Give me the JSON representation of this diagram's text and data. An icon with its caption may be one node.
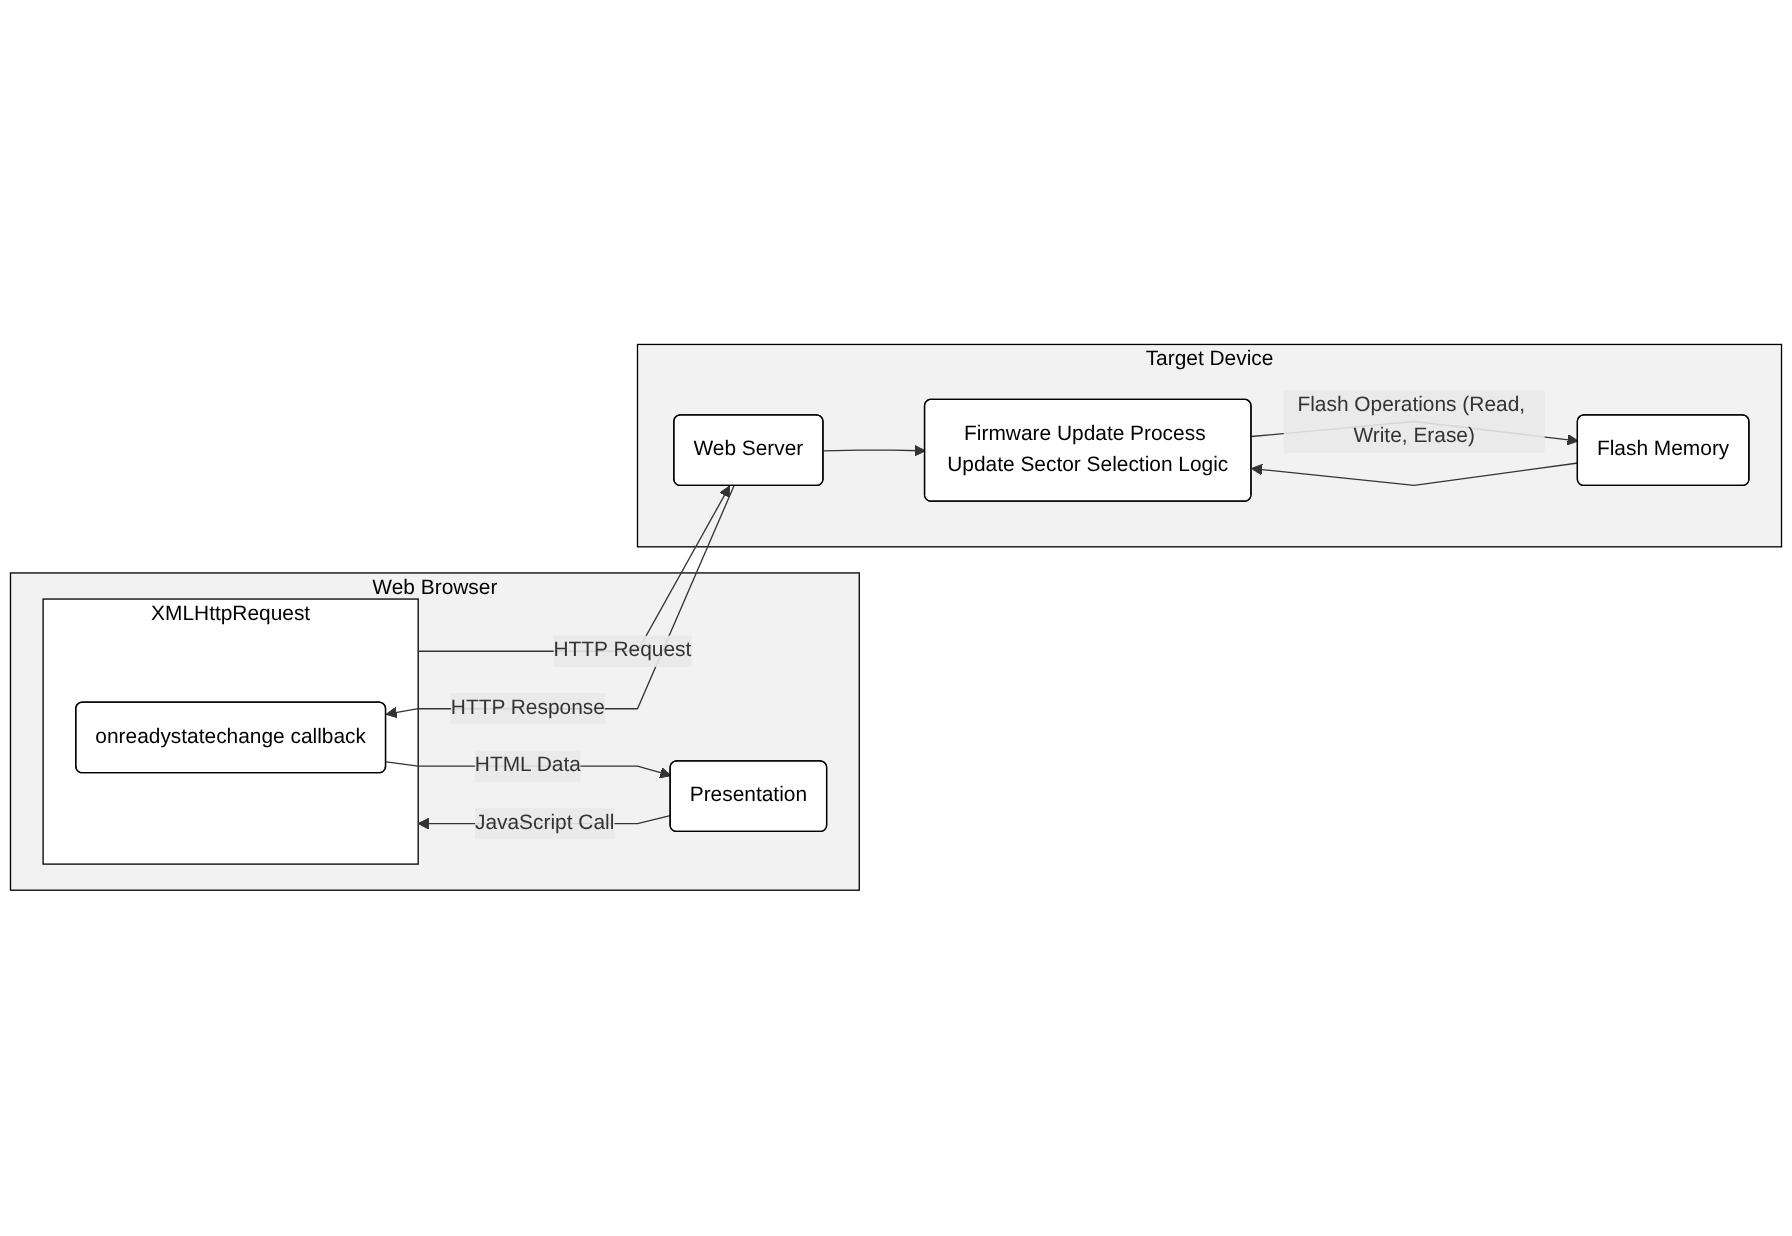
{
  "diagram": {
    "nodes": [
      {
        "text": [
          "Web Browser"
        ]
      },
      {
        "text": [
          "XMLHttpRequest"
        ],
        "in": 0
      },
      {
        "text": [
          "onreadystatechange callback"
        ],
        "in": 1
      },
      {
        "text": [
          "Presentation"
        ],
        "in": 0
      },
      {
        "text": [
          "Target Device"
        ]
      },
      {
        "text": [
          "Web Server"
        ],
        "in": 4
      },
      {
        "text": [
          "Firmware Update Process Update Sector Selection Logic"
        ],
        "in": 4
      },
      {
        "text": [
          "Flash Memory"
        ],
        "in": 4
      }
    ],
    "edges": [
      {
        "from": 1,
        "to": 5,
        "label": "HTTP Request",
        "arrow": "to"
      },
      {
        "from": 5,
        "to": 2,
        "label": "HTTP Response",
        "arrow": "to"
      },
      {
        "from": 2,
        "to": 3,
        "label": "HTML Data",
        "arrow": "to"
      },
      {
        "from": 3,
        "to": 1,
        "label": "JavaScript Call",
        "arrow": "to"
      },
      {
        "from": 5,
        "to": 6,
        "arrow": "to"
      },
      {
        "from": 6,
        "to": 7,
        "label": "Flash Operations (Read, Write, Erase)",
        "arrow": "to"
      },
      {
        "from": 7,
        "to": 6,
        "arrow": "to"
      }
    ]
  }
}
